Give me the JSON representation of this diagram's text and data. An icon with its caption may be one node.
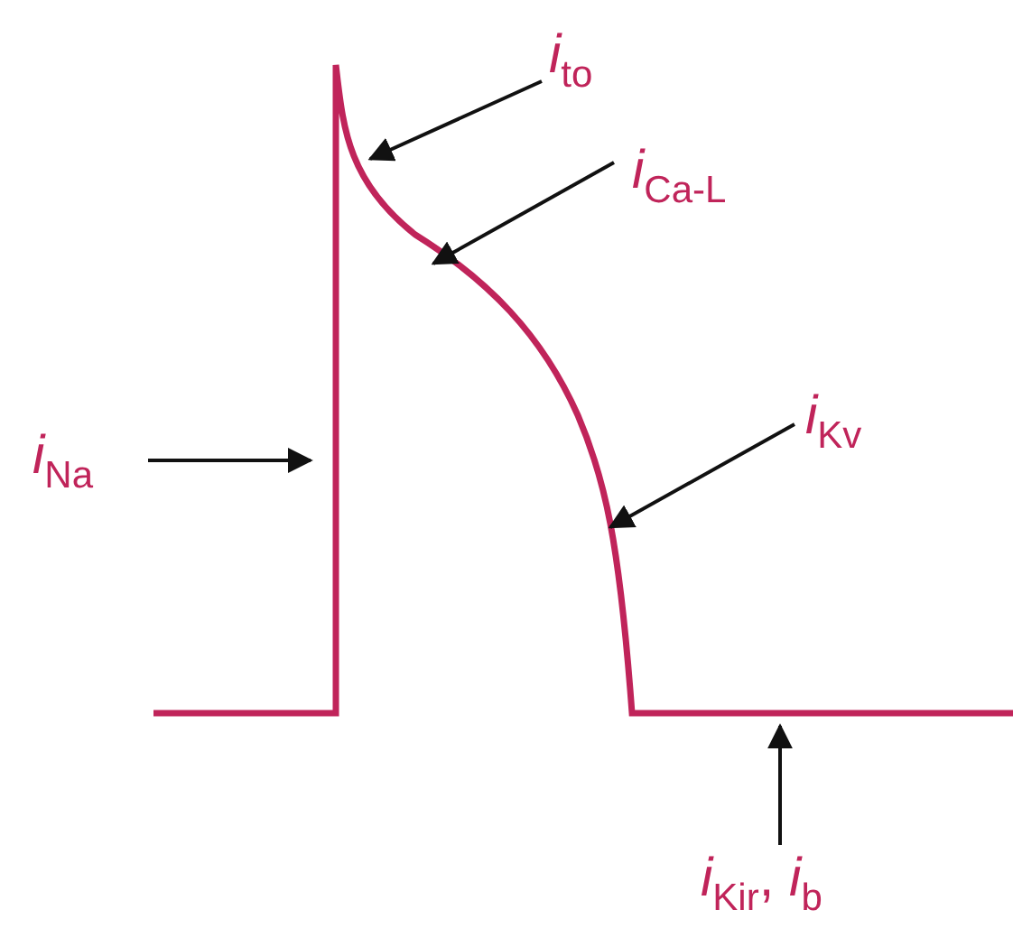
{
  "diagram": {
    "nodes": [
      {
        "text": [
          "*i*$_{to}$"
        ]
      },
      {
        "text": [
          "*i*$_{Ca-L}$"
        ]
      },
      {
        "text": [
          "*i*$_{Na}$"
        ]
      },
      {
        "text": [
          "*i*$_{Kv}$"
        ]
      },
      {
        "text": [
          "*i*$_{Kir}$, *i*$_{b}$"
        ]
      }
    ],
    "edges": [
      {
        "from": 0,
        "to": null,
        "arrow": "to"
      },
      {
        "from": 1,
        "to": null,
        "arrow": "to"
      },
      {
        "from": 2,
        "to": null,
        "arrow": "to"
      },
      {
        "from": 3,
        "to": null,
        "arrow": "to"
      },
      {
        "from": 4,
        "to": null,
        "arrow": "to"
      }
    ]
  }
}
